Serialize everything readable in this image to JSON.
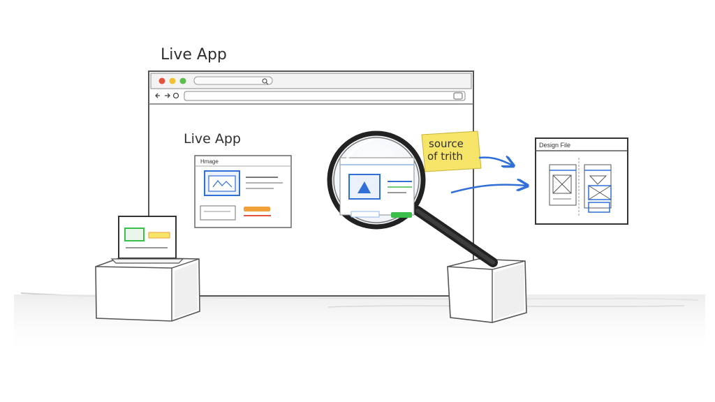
{
  "labels": {
    "outer_title": "Live App",
    "inner_title": "Live App",
    "inner_card_heading": "Hmage",
    "sticky_note_line1": "source",
    "sticky_note_line2": "of trith",
    "design_file_title": "Design File"
  },
  "colors": {
    "accent_blue": "#2f6fd6",
    "accent_green": "#3bbf4a",
    "accent_orange": "#f2a03a",
    "accent_yellow": "#f7e56a",
    "traffic_red": "#e5533c",
    "traffic_yellow": "#f2c233",
    "traffic_green": "#5cbf4f",
    "ink": "#3a3a3a"
  },
  "icons": {
    "browser_back": "arrow-left-icon",
    "browser_forward": "arrow-right-icon",
    "browser_refresh": "refresh-icon",
    "browser_search": "search-icon",
    "magnifier": "magnifying-glass-icon",
    "arrows": "arrow-right-icon"
  }
}
